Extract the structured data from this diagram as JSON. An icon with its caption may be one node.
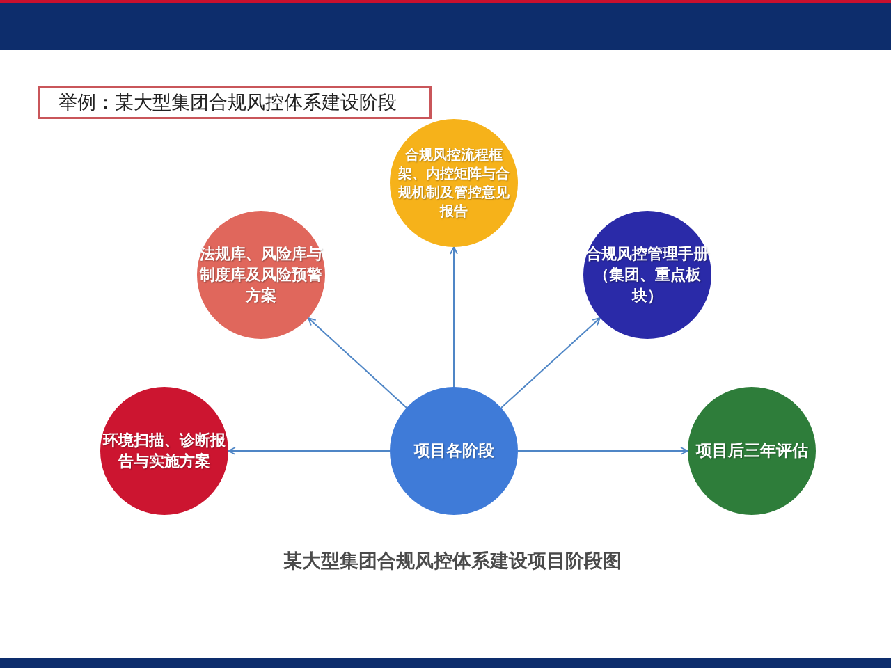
{
  "diagram": {
    "title": "举例：某大型集团合规风控体系建设阶段",
    "caption": "某大型集团合规风控体系建设项目阶段图",
    "nodes": [
      {
        "text": [
          "合规风控流程框架、内控矩阵与合规机制及管控意见报告"
        ]
      },
      {
        "text": [
          "法规库、风险库与制度库及风险预警方案"
        ]
      },
      {
        "text": [
          "合规风控管理手册（集团、重点板块）"
        ]
      },
      {
        "text": [
          "环境扫描、诊断报告与实施方案"
        ]
      },
      {
        "text": [
          "项目各阶段"
        ]
      },
      {
        "text": [
          "项目后三年评估"
        ]
      }
    ],
    "edges": [
      {
        "from": 4,
        "to": 3,
        "arrow": "to"
      },
      {
        "from": 4,
        "to": 1,
        "arrow": "to"
      },
      {
        "from": 4,
        "to": 0,
        "arrow": "to"
      },
      {
        "from": 4,
        "to": 2,
        "arrow": "to"
      },
      {
        "from": 4,
        "to": 5,
        "arrow": "to"
      }
    ]
  }
}
